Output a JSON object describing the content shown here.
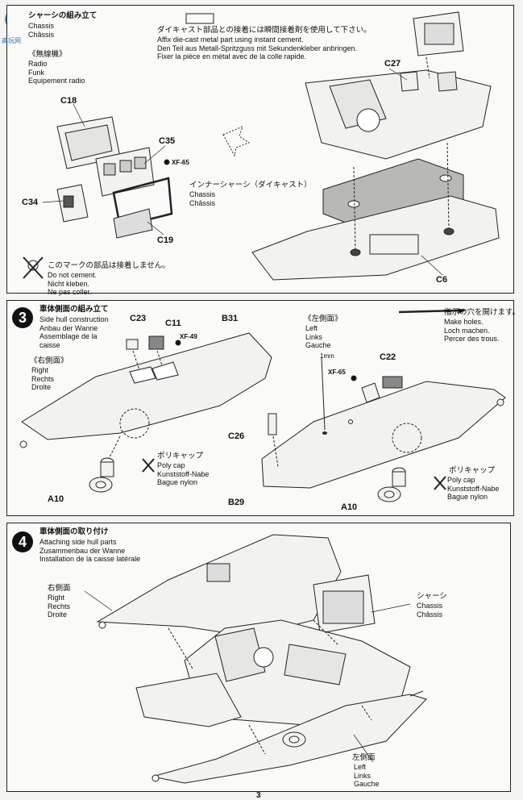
{
  "logo_text": "高玩网",
  "panel1": {
    "header_jp": "シャーシの組み立て",
    "header_lines": [
      "Chassis",
      "Châssis"
    ],
    "instruction_jp": "ダイキャスト部品との接着には瞬間接着剤を使用して下さい。",
    "instruction_lines": [
      "Affix die-cast metal part using instant cement.",
      "Den Teil aus Metall-Spritzguss mit Sekundenkleber anbringen.",
      "Fixer la pièce en métal avec de la colle rapide."
    ],
    "radio_jp": "《無線機》",
    "radio_lines": [
      "Radio",
      "Funk",
      "Equipement radio"
    ],
    "parts": {
      "c18": "C18",
      "c35": "C35",
      "c34": "C34",
      "c19": "C19",
      "c27": "C27",
      "c6": "C6"
    },
    "paint": "XF-65",
    "inner_chassis_jp": "インナーシャーシ（ダイキャスト）",
    "inner_chassis_lines": [
      "Chassis",
      "Châssis"
    ],
    "no_cement_jp": "このマークの部品は接着しません。",
    "no_cement_lines": [
      "Do not cement.",
      "Nicht kleben.",
      "Ne pas coller."
    ]
  },
  "panel3": {
    "step": "3",
    "title_jp": "車体側面の組み立て",
    "title_lines": [
      "Side hull construction",
      "Anbau der Wanne",
      "Assemblage de la",
      "caisse"
    ],
    "right_jp": "《右側面》",
    "right_lines": [
      "Right",
      "Rechts",
      "Droite"
    ],
    "left_jp": "《左側面》",
    "left_lines": [
      "Left",
      "Links",
      "Gauche"
    ],
    "holes_jp": "指示の穴を開けます。",
    "holes_lines": [
      "Make holes.",
      "Loch machen.",
      "Percer des trous."
    ],
    "drill": "1mm",
    "parts": {
      "c23": "C23",
      "c11": "C11",
      "b31": "B31",
      "c22": "C22",
      "c26": "C26",
      "b29": "B29",
      "a10": "A10"
    },
    "paint_a": "XF-49",
    "paint_b": "XF-65",
    "polycap_jp": "ポリキャップ",
    "polycap_lines": [
      "Poly cap",
      "Kunststoff-Nabe",
      "Bague nylon"
    ]
  },
  "panel4": {
    "step": "4",
    "title_jp": "車体側面の取り付け",
    "title_lines": [
      "Attaching side hull parts",
      "Zusammenbau der Wanne",
      "Installation de la caisse latérale"
    ],
    "right_jp": "右側面",
    "right_lines": [
      "Right",
      "Rechts",
      "Droite"
    ],
    "chassis_jp": "シャーシ",
    "chassis_lines": [
      "Chassis",
      "Châssis"
    ],
    "left_jp": "左側面",
    "left_lines": [
      "Left",
      "Links",
      "Gauche"
    ]
  },
  "page_number": "3"
}
